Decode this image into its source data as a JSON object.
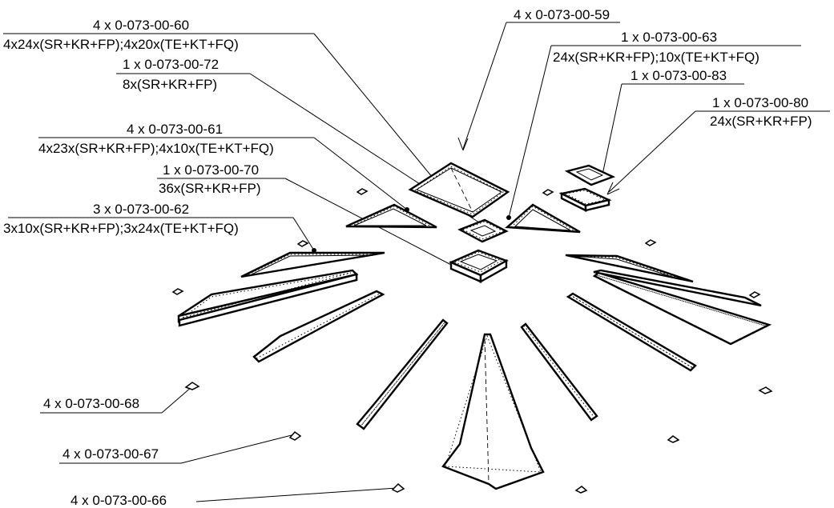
{
  "callouts": [
    {
      "id": "c60",
      "top": "4 x 0-073-00-60",
      "bottom": "4x24x(SR+KR+FP);4x20x(TE+KT+FQ)"
    },
    {
      "id": "c59",
      "top": "4 x 0-073-00-59",
      "bottom": ""
    },
    {
      "id": "c63",
      "top": "1 x 0-073-00-63",
      "bottom": "24x(SR+KR+FP);10x(TE+KT+FQ)"
    },
    {
      "id": "c72",
      "top": "1 x 0-073-00-72",
      "bottom": "8x(SR+KR+FP)"
    },
    {
      "id": "c83",
      "top": "1 x 0-073-00-83",
      "bottom": ""
    },
    {
      "id": "c80",
      "top": "1 x 0-073-00-80",
      "bottom": "24x(SR+KR+FP)"
    },
    {
      "id": "c61",
      "top": "4 x 0-073-00-61",
      "bottom": "4x23x(SR+KR+FP);4x10x(TE+KT+FQ)"
    },
    {
      "id": "c70",
      "top": "1 x 0-073-00-70",
      "bottom": "36x(SR+KR+FP)"
    },
    {
      "id": "c62",
      "top": "3 x 0-073-00-62",
      "bottom": "3x10x(SR+KR+FP);3x24x(TE+KT+FQ)"
    },
    {
      "id": "c68",
      "top": "4 x 0-073-00-68",
      "bottom": ""
    },
    {
      "id": "c67",
      "top": "4 x 0-073-00-67",
      "bottom": ""
    },
    {
      "id": "c66",
      "top": "4 x 0-073-00-66",
      "bottom": ""
    }
  ]
}
